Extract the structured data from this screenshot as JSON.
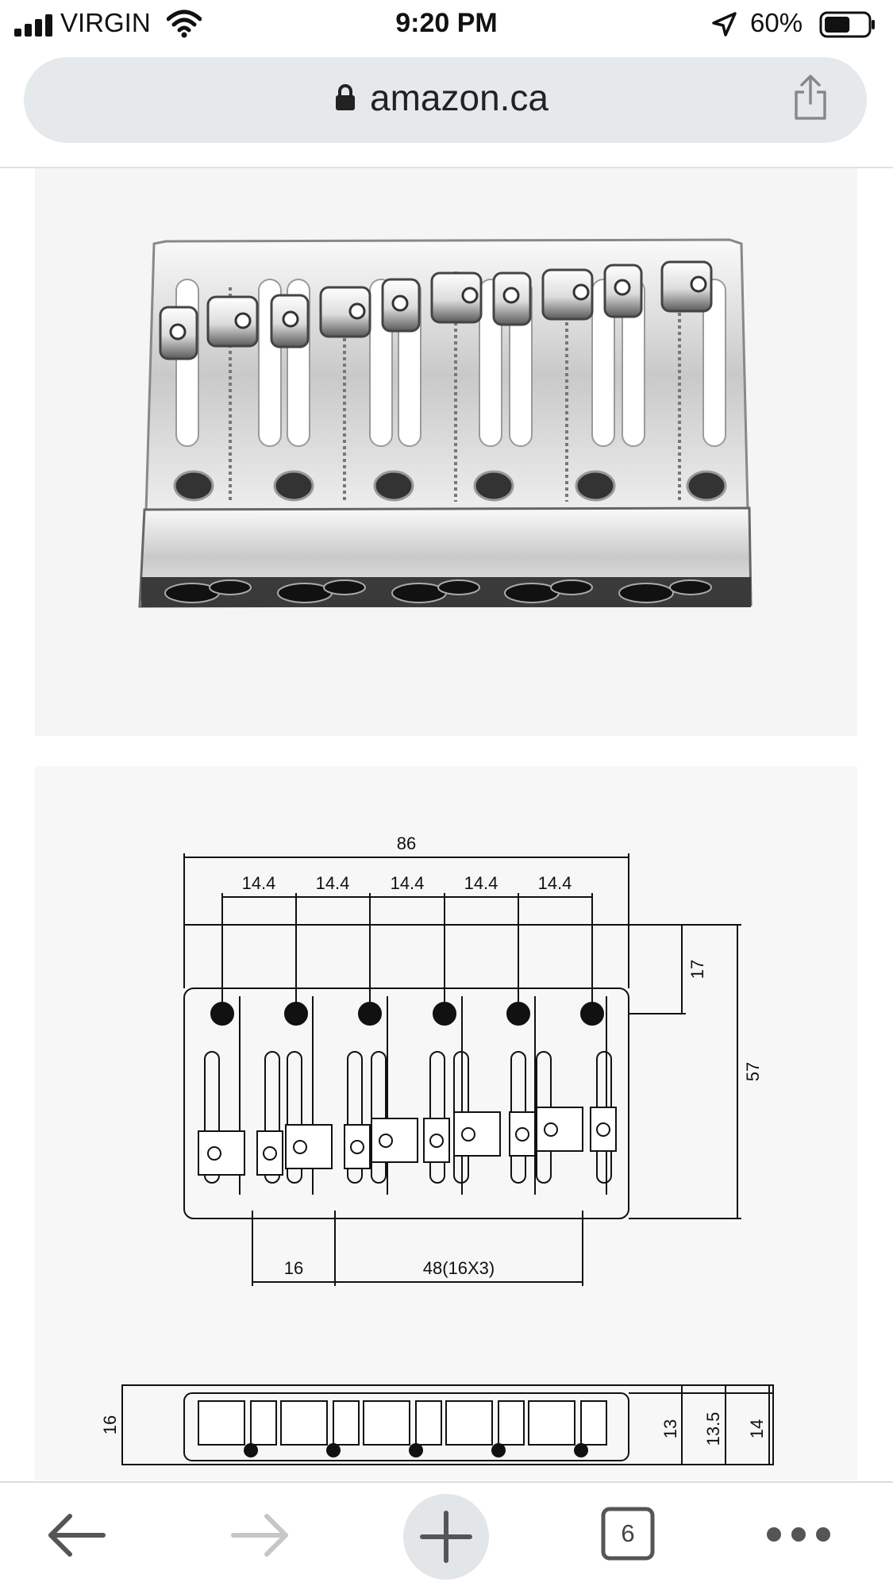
{
  "status_bar": {
    "carrier": "VIRGIN",
    "time": "9:20 PM",
    "battery_percent": "60%",
    "battery_level": 0.6,
    "icons": [
      "signal-icon",
      "wifi-icon",
      "location-arrow-icon",
      "battery-icon"
    ]
  },
  "browser": {
    "url": "amazon.ca",
    "icons": [
      "lock-icon",
      "share-icon"
    ]
  },
  "diagram_top": {
    "overall_width": "86",
    "spacing_labels": [
      "14.4",
      "14.4",
      "14.4",
      "14.4",
      "14.4"
    ],
    "depth_small": "17",
    "depth_overall": "57",
    "mount_first": "16",
    "mount_rest": "48(16X3)"
  },
  "diagram_side": {
    "height_left": "16",
    "heights_right": [
      "13",
      "13.5",
      "14"
    ]
  },
  "toolbar": {
    "tab_count": "6",
    "icons": [
      "back-arrow-icon",
      "forward-arrow-icon",
      "plus-icon",
      "tabs-icon",
      "more-icon"
    ]
  }
}
